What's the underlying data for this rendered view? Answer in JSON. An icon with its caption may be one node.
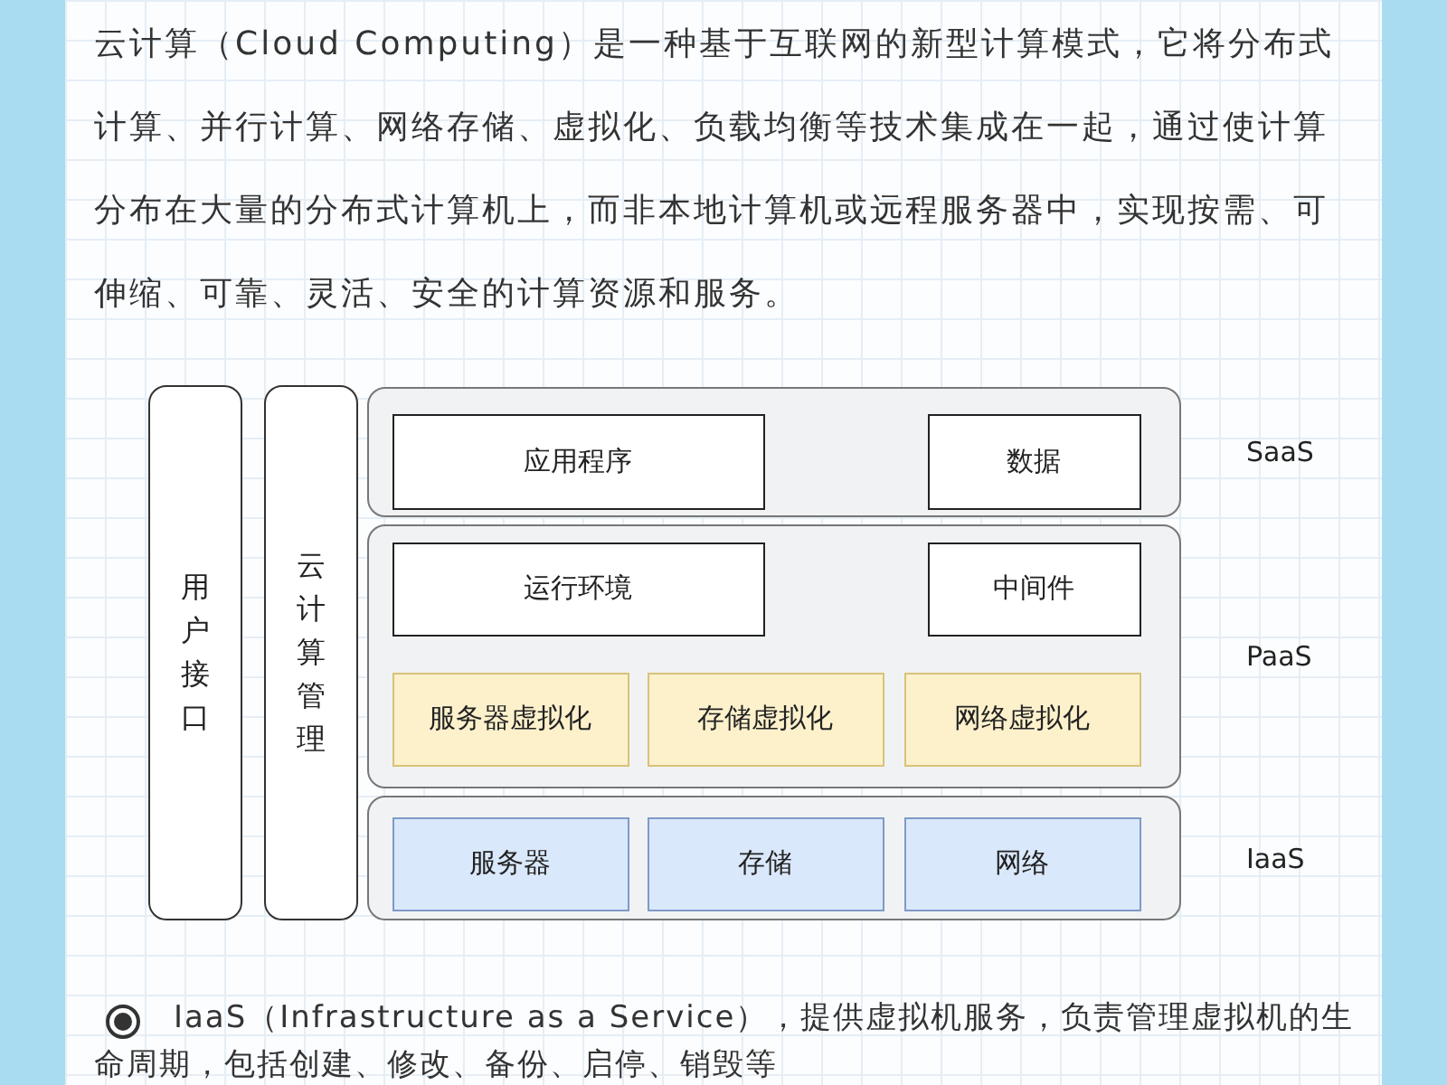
{
  "diagram": {
    "nodes": [
      {
        "text": [
          "用户接口"
        ]
      },
      {
        "text": [
          "云计算管理"
        ]
      },
      {
        "text": [
          "SaaS"
        ]
      },
      {
        "text": [
          "应用程序"
        ],
        "in": 2
      },
      {
        "text": [
          "数据"
        ],
        "in": 2
      },
      {
        "text": [
          "PaaS"
        ]
      },
      {
        "text": [
          "运行环境"
        ],
        "in": 5
      },
      {
        "text": [
          "中间件"
        ],
        "in": 5
      },
      {
        "text": [
          "服务器虚拟化"
        ],
        "in": 5
      },
      {
        "text": [
          "存储虚拟化"
        ],
        "in": 5
      },
      {
        "text": [
          "网络虚拟化"
        ],
        "in": 5
      },
      {
        "text": [
          "IaaS"
        ]
      },
      {
        "text": [
          "服务器"
        ],
        "in": 11
      },
      {
        "text": [
          "存储"
        ],
        "in": 11
      },
      {
        "text": [
          "网络"
        ],
        "in": 11
      }
    ],
    "edges": [],
    "labels": [
      "云计算（Cloud Computing）是一种基于互联网的新型计算模式，它将分布式计算、并行计算、网络存储、虚拟化、负载均衡等技术集成在一起，通过使计算分布在大量的分布式计算机上，而非本地计算机或远程服务器中，实现按需、可伸缩、可靠、灵活、安全的计算资源和服务。",
      "IaaS（Infrastructure as a Service），提供虚拟机服务，负责管理虚拟机的生命周期，包括创建、修改、备份、启停、销毁等"
    ]
  }
}
